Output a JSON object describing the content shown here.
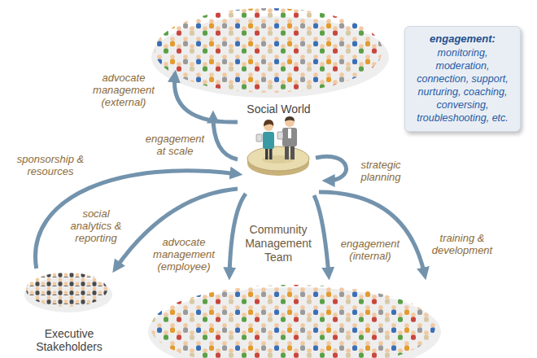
{
  "diagram": {
    "nodes": [
      {
        "text": [
          "Social World"
        ]
      },
      {
        "text": [
          "engagement:",
          "monitoring, moderation, connection, support, nurturing, coaching, conversing, troubleshooting, etc."
        ]
      },
      {
        "text": [
          "Community Management Team"
        ]
      },
      {
        "text": [
          "Executive Stakeholders"
        ]
      }
    ],
    "edges": [
      {
        "from": 2,
        "to": 0,
        "label": "engagement at scale",
        "arrow": "to"
      },
      {
        "from": 2,
        "to": 0,
        "label": "advocate management (external)",
        "arrow": "to"
      },
      {
        "from": 3,
        "to": 2,
        "label": "sponsorship & resources",
        "arrow": "to"
      },
      {
        "from": 2,
        "to": 3,
        "label": "social analytics & reporting",
        "arrow": "to"
      }
    ],
    "labels": [
      "strategic planning",
      "advocate management (employee)",
      "engagement (internal)",
      "training & development"
    ]
  }
}
